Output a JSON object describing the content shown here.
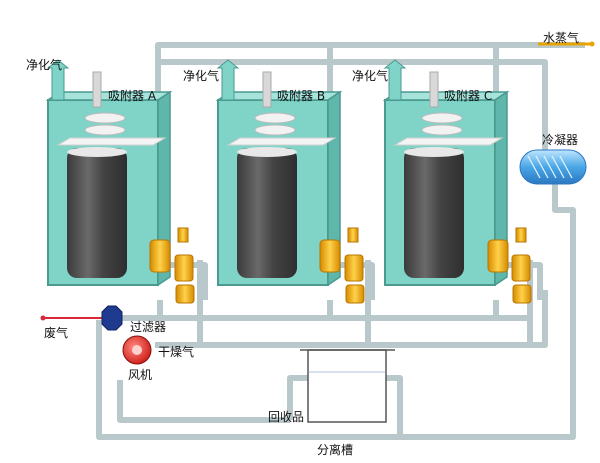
{
  "labels": {
    "clean_gas": [
      "净化气",
      "净化气",
      "净化气"
    ],
    "adsorbers": [
      "吸附器 A",
      "吸附器 B",
      "吸附器 C"
    ],
    "steam": "水蒸气",
    "condenser": "冷凝器",
    "waste_gas": "废气",
    "filter": "过滤器",
    "dry_gas": "干燥气",
    "fan": "风机",
    "recovered": "回收品",
    "separator": "分离槽"
  },
  "colors": {
    "pipe": "#b9c8cb",
    "pipe_edge": "#93a7ab",
    "tank": "#7fd3c7",
    "tank_edge": "#4a9a90",
    "core": "#4b4b4b",
    "pump": "#f2a400",
    "filter": "#1f3b8f",
    "fan": "#e0201c",
    "steam_pipe": "#e8a400",
    "waste_pipe": "#d8283a",
    "condenser": "#5fb0e8"
  }
}
